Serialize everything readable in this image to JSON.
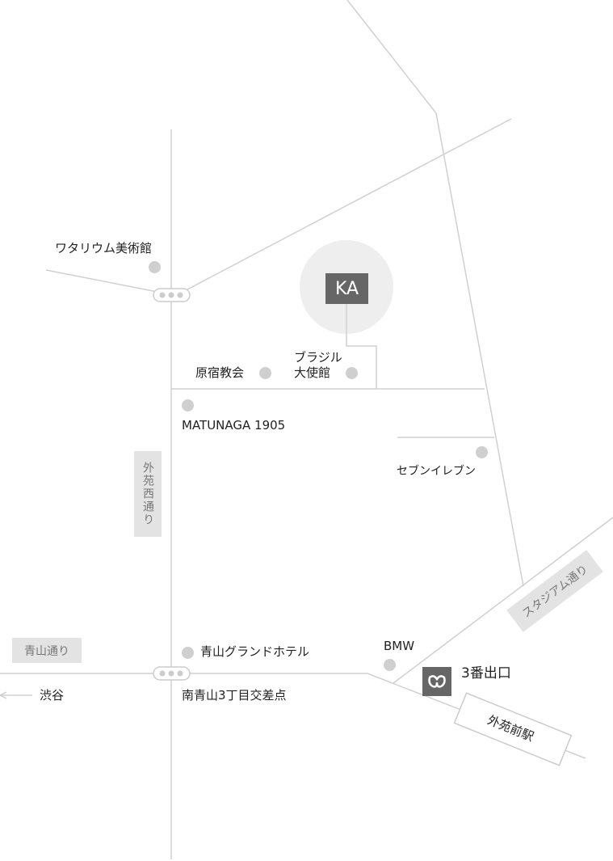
{
  "logo": {
    "text": "KA"
  },
  "places": {
    "watarium": "ワタリウム美術館",
    "church": "原宿教会",
    "brazil_line1": "ブラジル",
    "brazil_line2": "大使館",
    "matunaga": "MATUNAGA 1905",
    "seven": "セブンイレブン",
    "hotel": "青山グランドホテル",
    "intersection": "南青山3丁目交差点",
    "bmw": "BMW",
    "exit": "3番出口",
    "station": "外苑前駅",
    "shibuya": "渋谷"
  },
  "roads": {
    "gaien_nishi": "外苑西通り",
    "aoyama": "青山通り",
    "stadium": "スタジアム通り"
  },
  "colors": {
    "road": "#d0d0d0",
    "dot": "#cfcfcf",
    "marker": "#666666",
    "circle": "#eeeeee"
  }
}
